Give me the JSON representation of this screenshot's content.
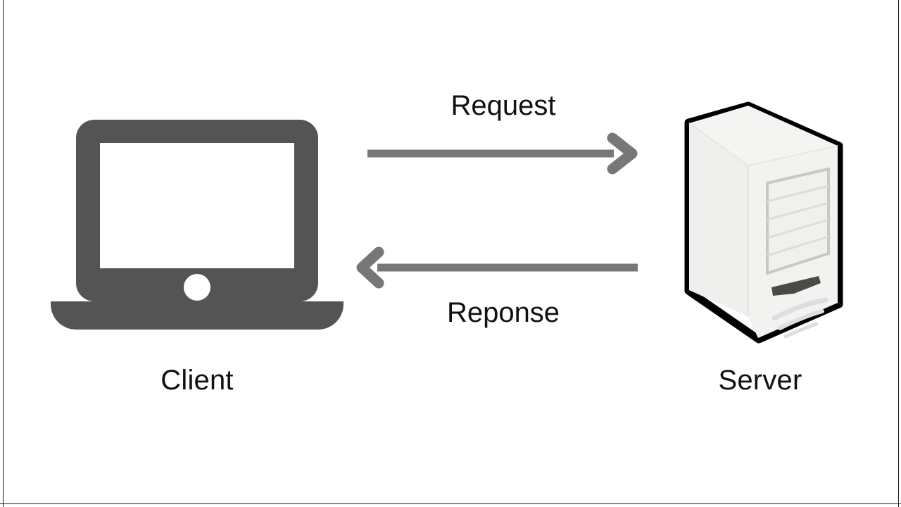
{
  "diagram": {
    "title": "Client Server Request Response",
    "background_color": "#ffffff",
    "border_color": "#1a1a1a",
    "nodes": [
      {
        "id": "client",
        "label": "Client",
        "icon": "laptop-icon",
        "icon_color": "#545454",
        "label_color": "#111111"
      },
      {
        "id": "server",
        "label": "Server",
        "icon": "server-tower-icon",
        "icon_outline_color": "#000000",
        "icon_face_color": "#f2f2f0",
        "icon_side_color": "#eeeeec",
        "icon_top_color": "#efefed",
        "label_color": "#111111"
      }
    ],
    "arrows": [
      {
        "id": "request",
        "label": "Request",
        "direction": "right",
        "from": "client",
        "to": "server",
        "color": "#777777",
        "label_position": "above"
      },
      {
        "id": "response",
        "label": "Reponse",
        "direction": "left",
        "from": "server",
        "to": "client",
        "color": "#777777",
        "label_position": "below"
      }
    ]
  }
}
